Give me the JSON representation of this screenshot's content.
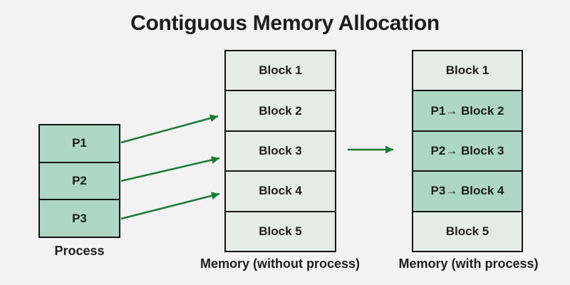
{
  "title": "Contiguous Memory Allocation",
  "colors": {
    "background": "#f2f2f2",
    "surface_light": "#e4ece7",
    "surface_green": "#aed6c4",
    "border": "#141414",
    "arrow": "#1b7b34",
    "text": "#1d1d1d"
  },
  "process": {
    "caption": "Process",
    "items": [
      "P1",
      "P2",
      "P3"
    ]
  },
  "memory_without": {
    "caption": "Memory (without process)",
    "blocks": [
      "Block 1",
      "Block 2",
      "Block 3",
      "Block 4",
      "Block 5"
    ]
  },
  "memory_with": {
    "caption": "Memory (with process)",
    "blocks": [
      "Block 1",
      "P1→ Block 2",
      "P2→ Block 3",
      "P3→ Block 4",
      "Block 5"
    ],
    "allocated_rows": [
      2,
      3,
      4
    ]
  },
  "arrows": {
    "process_to_memory": [
      "P1 → Block 2",
      "P2 → Block 3",
      "P3 → Block 4"
    ],
    "transition": "Memory (without process) → Memory (with process)"
  }
}
